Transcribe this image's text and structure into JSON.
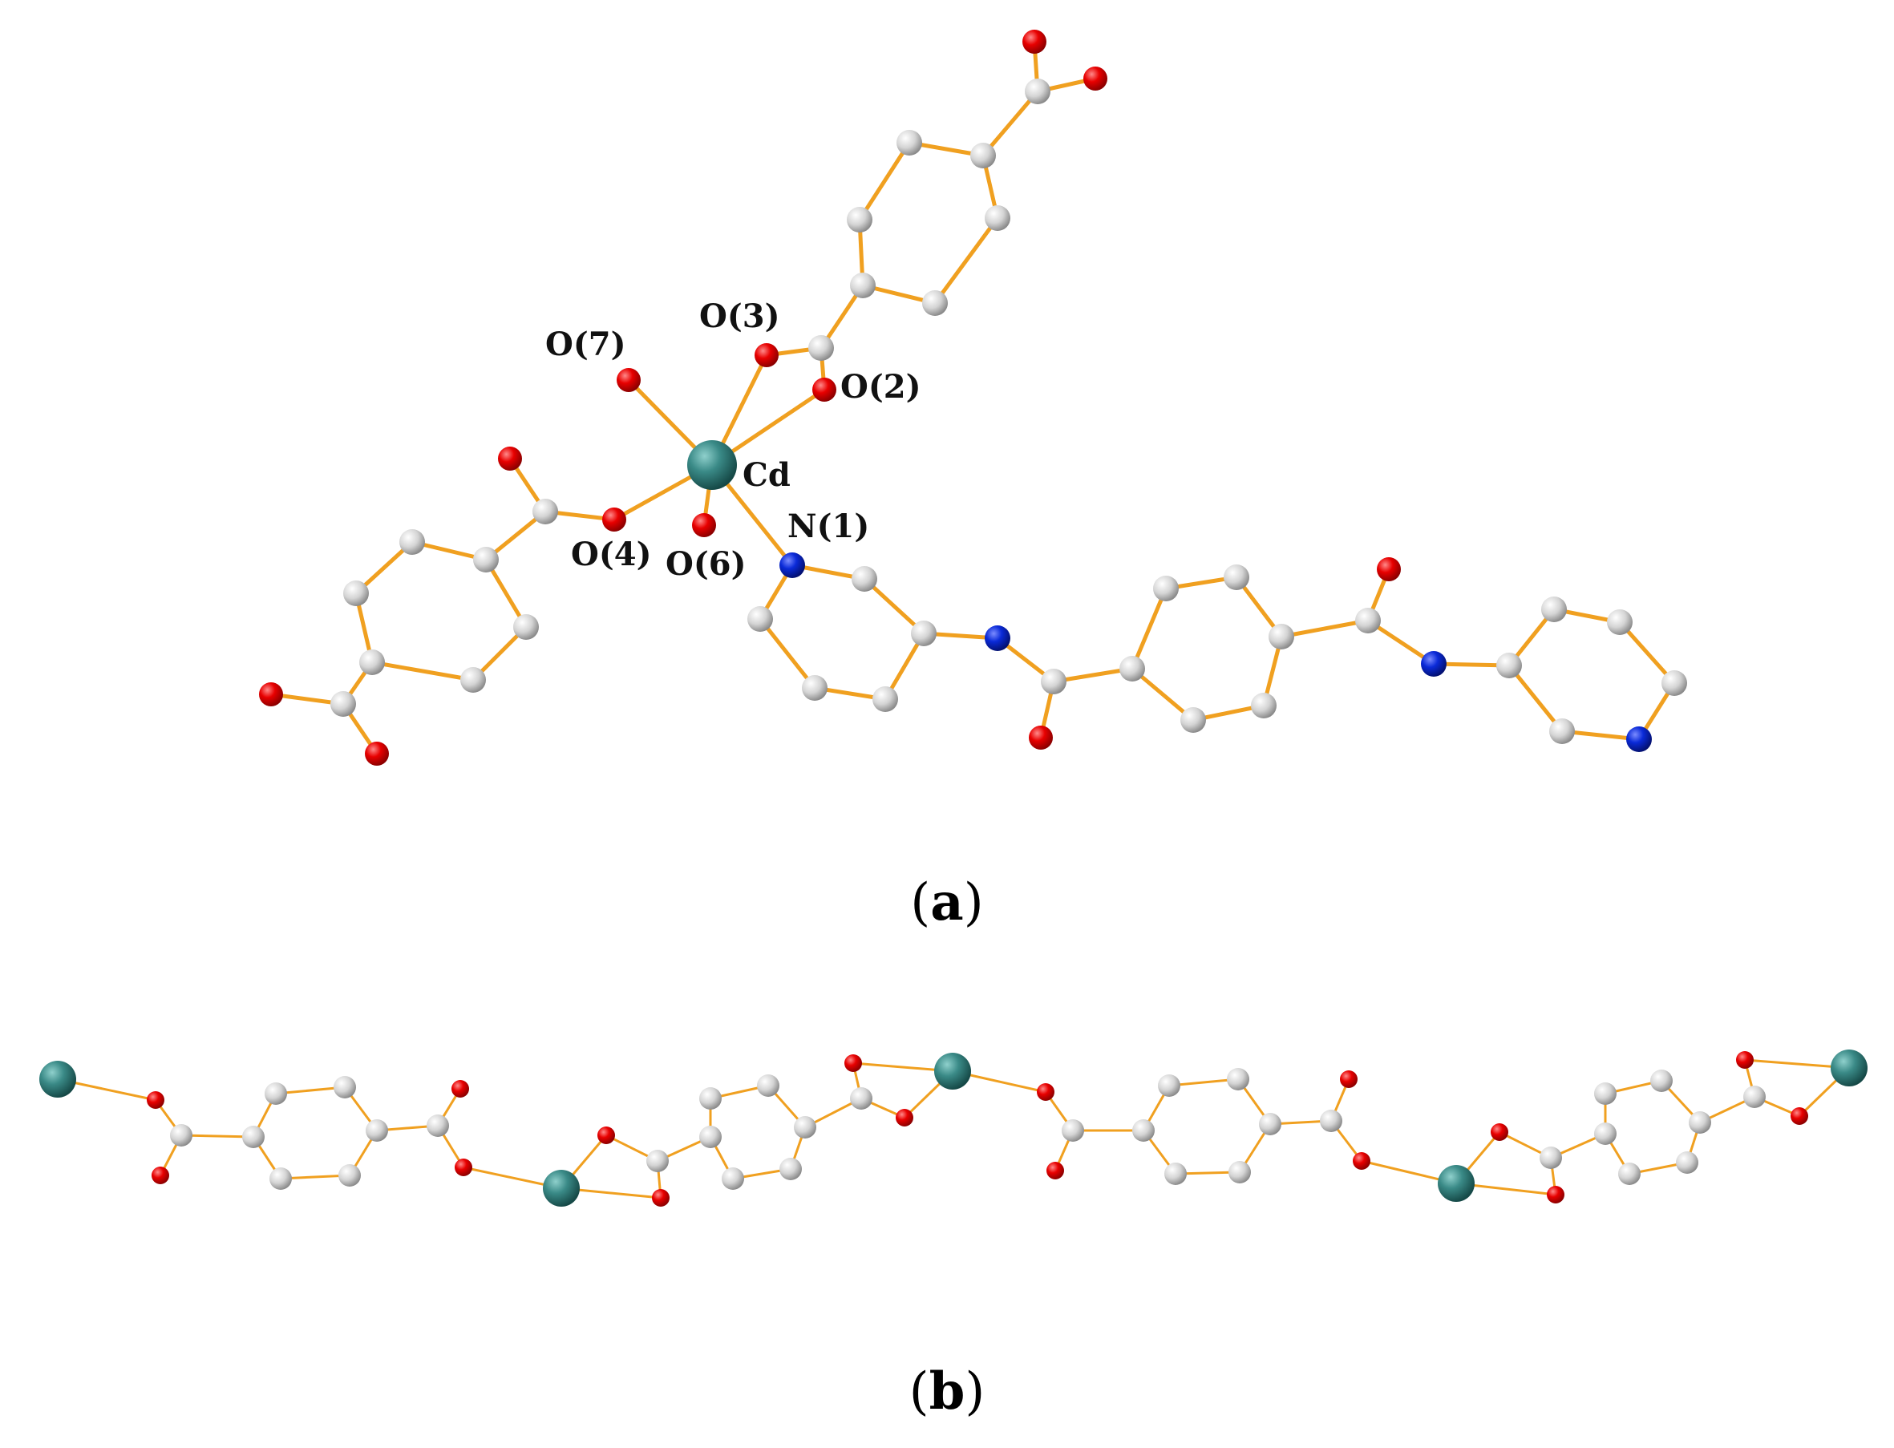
{
  "colors": {
    "bond": "#f0a020",
    "carbon": "#c8c8c8",
    "oxygen": "#e00000",
    "nitrogen": "#0a2ad8",
    "cadmium": "#2e7b78"
  },
  "panel_a": {
    "label_open": "(",
    "label_letter": "a",
    "label_close": ")",
    "atom_labels": {
      "o7": "O(7)",
      "o3": "O(3)",
      "o2": "O(2)",
      "cd": "Cd",
      "o4": "O(4)",
      "o6": "O(6)",
      "n1": "N(1)"
    }
  },
  "panel_b": {
    "label_open": "(",
    "label_letter": "b",
    "label_close": ")"
  }
}
